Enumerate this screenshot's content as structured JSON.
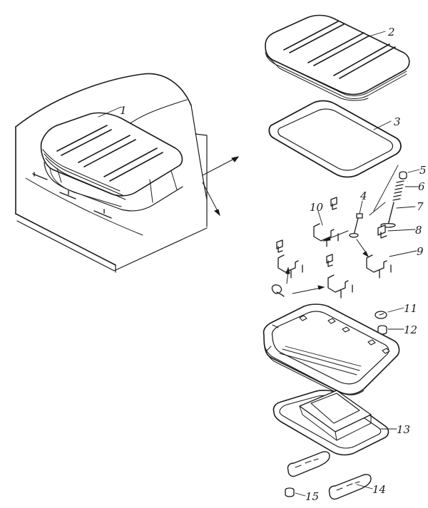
{
  "callouts": {
    "n1": "1",
    "n2": "2",
    "n3": "3",
    "n4": "4",
    "n5": "5",
    "n6": "6",
    "n7": "7",
    "n8": "8",
    "n9": "9",
    "n10": "10",
    "n11": "11",
    "n12": "12",
    "n13": "13",
    "n14": "14",
    "n15": "15"
  }
}
